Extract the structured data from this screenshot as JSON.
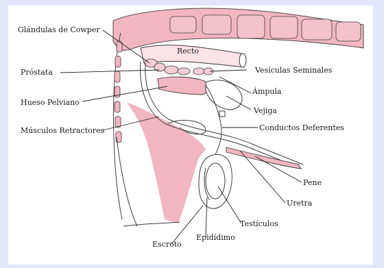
{
  "diagram": {
    "colors": {
      "background": "#e3e6f8",
      "panel": "#ffffff",
      "tissue": "#f2b6c2",
      "line": "#3a3a3a"
    },
    "labels": {
      "cowper": "Glándulas de Cowper",
      "recto": "Recto",
      "prostata": "Próstata",
      "vesiculas": "Vesículas Seminales",
      "ampula": "Ámpula",
      "hueso": "Hueso Pelviano",
      "vejiga": "Vejiga",
      "musculos": "Músculos Retractores",
      "conductos": "Conductos Deferentes",
      "pene": "Pene",
      "uretra": "Uretra",
      "testiculos": "Testículos",
      "escroto": "Escroto",
      "epididimo": "Epidídimo"
    }
  }
}
